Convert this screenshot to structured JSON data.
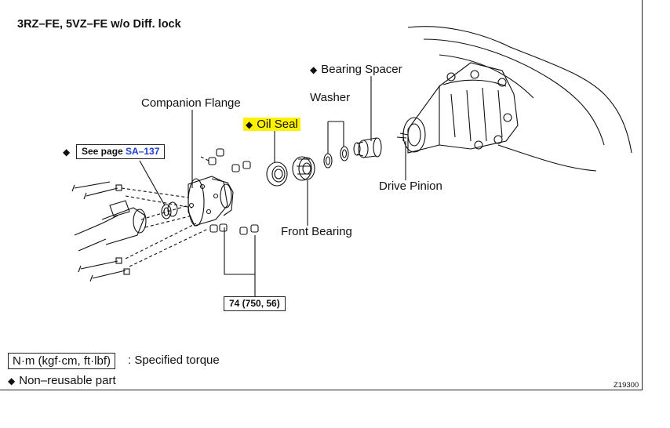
{
  "title": "3RZ–FE, 5VZ–FE w/o Diff. lock",
  "labels": {
    "bearing_spacer": "Bearing Spacer",
    "washer": "Washer",
    "companion_flange": "Companion Flange",
    "oil_seal": "Oil Seal",
    "drive_pinion": "Drive Pinion",
    "front_bearing": "Front Bearing"
  },
  "see_page": {
    "prefix": "See page ",
    "ref": "SA–137"
  },
  "torque_value": "74 (750, 56)",
  "legend": {
    "unit": "N·m (kgf·cm, ft·lbf)",
    "torque_desc": ": Specified torque",
    "non_reusable": "Non–reusable part"
  },
  "diamond_symbol": "◆",
  "figure_code": "Z19300",
  "colors": {
    "highlight": "#fff200",
    "link": "#1a3fd0",
    "line": "#111111"
  }
}
